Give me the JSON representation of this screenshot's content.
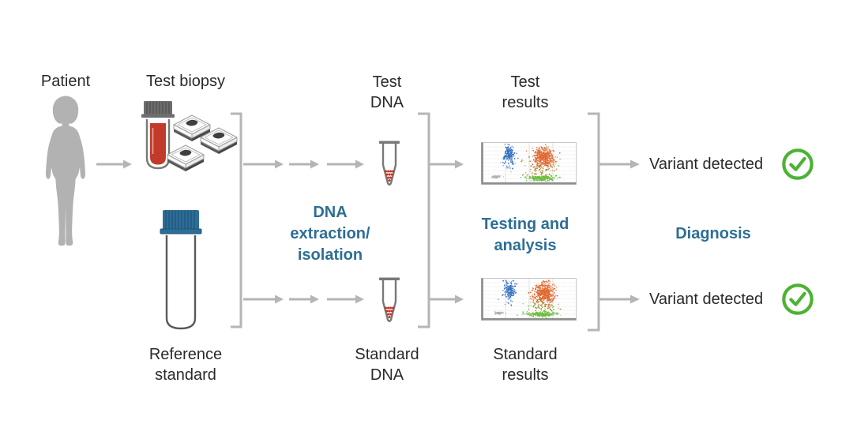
{
  "colors": {
    "background": "#ffffff",
    "text_dark": "#2a2a2a",
    "accent_blue": "#2d6e96",
    "connector_gray": "#b5b5b5",
    "silhouette_gray": "#b2b2b2",
    "blood_red": "#c23a29",
    "tube_outline_gray": "#787878",
    "cap_gray": "#6d6d6d",
    "cap_blue": "#2e6e96",
    "check_green": "#4cb233",
    "plot_border": "#c8c8c8",
    "plot_axis": "#8f8f8f",
    "grid_gray": "#d6d6d6",
    "pellet_red": "#cc2c1e"
  },
  "nodes": {
    "patient": {
      "label": "Patient"
    },
    "test_biopsy": {
      "label": "Test biopsy"
    },
    "reference_standard": {
      "lines": [
        "Reference",
        "standard"
      ]
    },
    "test_dna": {
      "lines": [
        "Test",
        "DNA"
      ]
    },
    "standard_dna": {
      "lines": [
        "Standard",
        "DNA"
      ]
    },
    "test_results": {
      "lines": [
        "Test",
        "results"
      ]
    },
    "standard_results": {
      "lines": [
        "Standard",
        "results"
      ]
    }
  },
  "stages": {
    "extraction": {
      "lines": [
        "DNA",
        "extraction/",
        "isolation"
      ]
    },
    "testing": {
      "lines": [
        "Testing and",
        "analysis"
      ]
    },
    "diagnosis": {
      "label": "Diagnosis"
    }
  },
  "outcomes": {
    "top": {
      "label": "Variant detected",
      "status": "detected"
    },
    "bottom": {
      "label": "Variant detected",
      "status": "detected"
    }
  },
  "icons": {
    "patient": "female-body-silhouette",
    "test_biopsy": "blood-tube-and-tissue-cassettes",
    "reference_standard": "blue-capped-sample-tube",
    "dna": "conical-microtube-with-red-pellet",
    "results": "cluster-scatter-plot",
    "outcome": "green-check-circle",
    "connectors": "gray-arrows-and-split-brackets"
  },
  "chart_data": [
    {
      "type": "scatter",
      "id": "test_results",
      "title": "Test results",
      "grid": true,
      "axes_labeled": false,
      "seed": 7,
      "clusters": [
        {
          "name": "blue-population",
          "color": "#3a71c1",
          "cx": 0.295,
          "cy": 0.27,
          "sx": 0.028,
          "sy": 0.095,
          "n": 170,
          "tail_n": 30,
          "tail_len": 0.38
        },
        {
          "name": "orange-population",
          "color": "#e06b32",
          "cx": 0.655,
          "cy": 0.36,
          "sx": 0.05,
          "sy": 0.115,
          "n": 500,
          "tail_n": 70,
          "tail_len": 0.42
        },
        {
          "name": "green-population",
          "color": "#6fbf44",
          "cx": 0.625,
          "cy": 0.845,
          "sx": 0.07,
          "sy": 0.028,
          "n": 260,
          "tail_n": 40,
          "tail_len": -0.3
        },
        {
          "name": "gray-population",
          "color": "#b0b0b0",
          "cx": 0.165,
          "cy": 0.815,
          "sx": 0.026,
          "sy": 0.014,
          "n": 55
        }
      ]
    },
    {
      "type": "scatter",
      "id": "standard_results",
      "title": "Standard results",
      "grid": true,
      "axes_labeled": false,
      "seed": 13,
      "clusters": [
        {
          "name": "blue-population",
          "color": "#3a71c1",
          "cx": 0.3,
          "cy": 0.27,
          "sx": 0.028,
          "sy": 0.095,
          "n": 170,
          "tail_n": 30,
          "tail_len": 0.38
        },
        {
          "name": "orange-population",
          "color": "#e06b32",
          "cx": 0.66,
          "cy": 0.35,
          "sx": 0.05,
          "sy": 0.115,
          "n": 500,
          "tail_n": 70,
          "tail_len": 0.42
        },
        {
          "name": "green-population",
          "color": "#6fbf44",
          "cx": 0.63,
          "cy": 0.85,
          "sx": 0.07,
          "sy": 0.028,
          "n": 260,
          "tail_n": 40,
          "tail_len": -0.3
        },
        {
          "name": "gray-population",
          "color": "#b0b0b0",
          "cx": 0.19,
          "cy": 0.82,
          "sx": 0.026,
          "sy": 0.014,
          "n": 55
        }
      ]
    }
  ]
}
